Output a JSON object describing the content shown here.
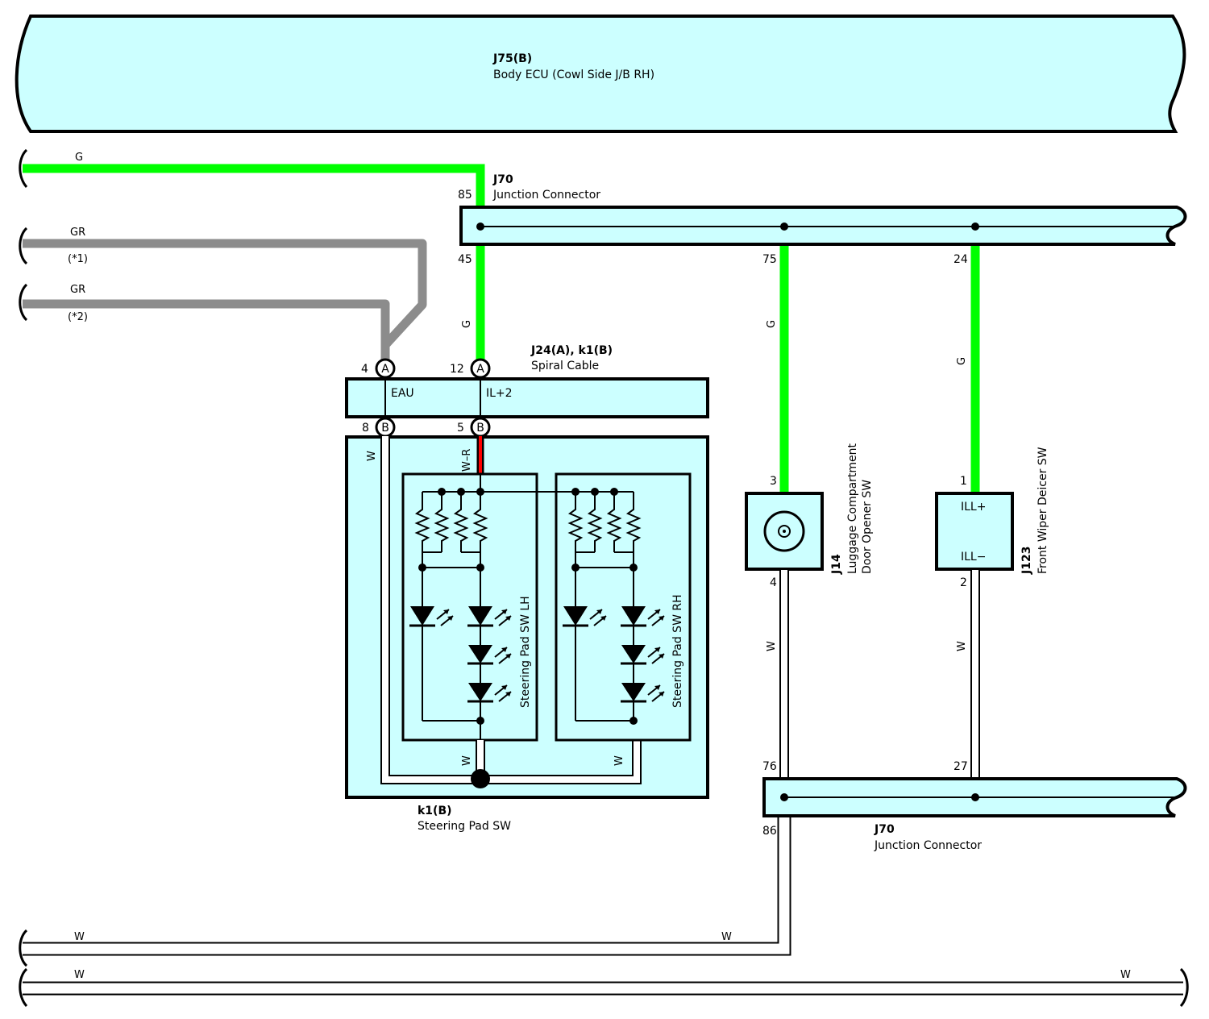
{
  "colors": {
    "module_fill": "#ccffff",
    "wire_green": "#00ff00",
    "wire_gray": "#8c8c8c",
    "wire_red": "#ff0000",
    "outline": "#000000"
  },
  "body_ecu": {
    "code": "J75(B)",
    "name": "Body ECU (Cowl Side J/B RH)"
  },
  "junction_top": {
    "code": "J70",
    "name": "Junction Connector",
    "pins": [
      "85",
      "45",
      "75",
      "24"
    ]
  },
  "junction_bottom": {
    "code": "J70",
    "name": "Junction Connector",
    "pins": [
      "76",
      "27",
      "86"
    ]
  },
  "spiral_cable": {
    "code": "J24(A), k1(B)",
    "name": "Spiral Cable",
    "terminals": [
      "EAU",
      "IL+2"
    ],
    "pins_top": [
      "4",
      "12"
    ],
    "pins_bottom": [
      "8",
      "5"
    ],
    "connector_a": "A",
    "connector_b": "B"
  },
  "steering_pad": {
    "code": "k1(B)",
    "name": "Steering Pad SW",
    "lh": "Steering Pad SW LH",
    "rh": "Steering Pad SW RH"
  },
  "luggage_sw": {
    "code": "J14",
    "name_line1": "Luggage Compartment",
    "name_line2": "Door Opener SW",
    "pin_top": "3",
    "pin_bottom": "4"
  },
  "wiper_sw": {
    "code": "J123",
    "name": "Front Wiper Deicer SW",
    "pin_top": "1",
    "pin_bottom": "2",
    "term_top": "ILL+",
    "term_bottom": "ILL−"
  },
  "wires": {
    "g": "G",
    "gr": "GR",
    "w": "W",
    "wr": "W–R",
    "note1": "(*1)",
    "note2": "(*2)"
  }
}
